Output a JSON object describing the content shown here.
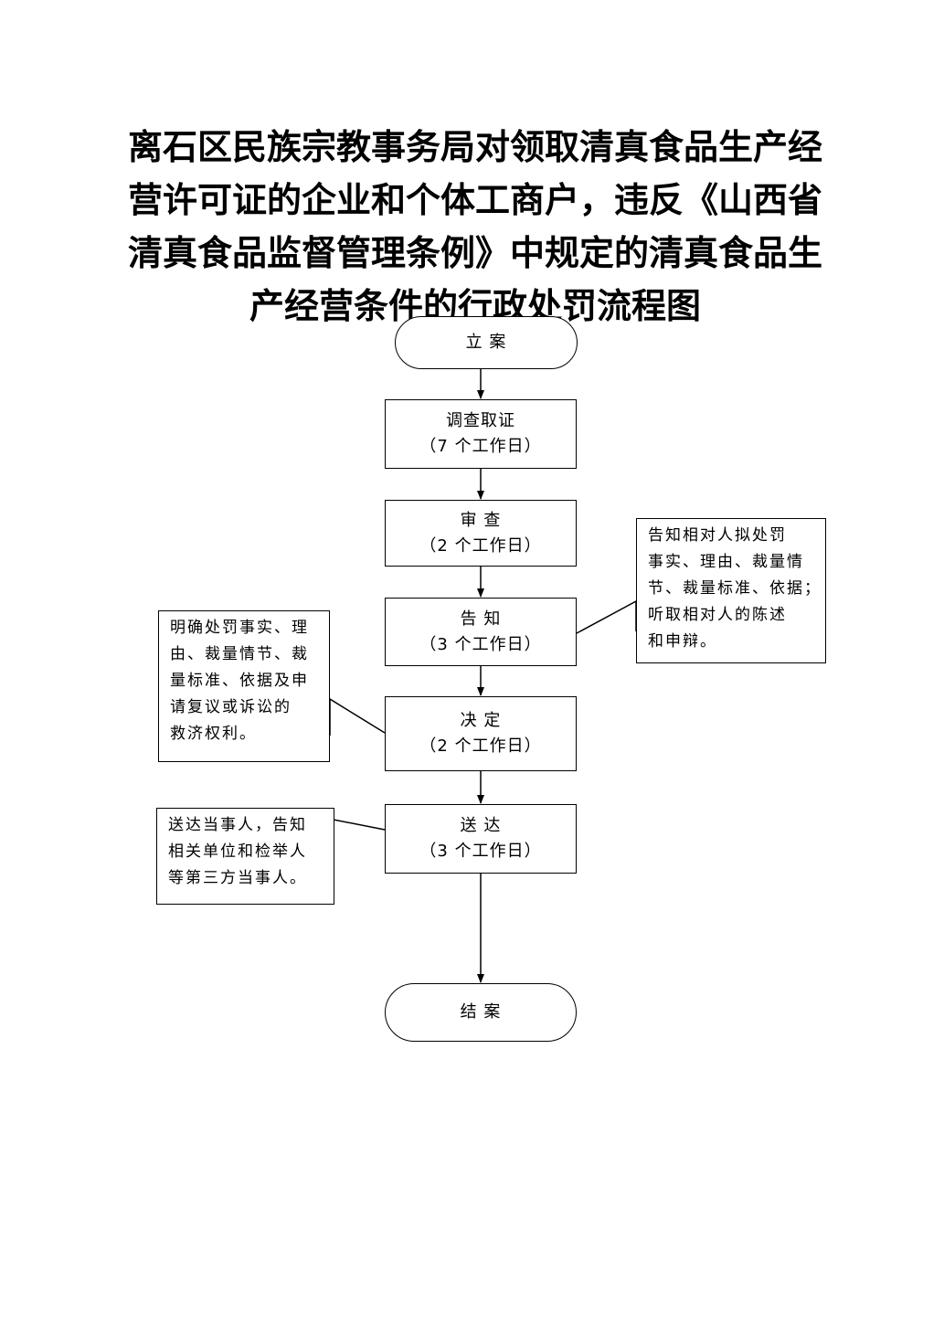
{
  "title_lines": [
    "离石区民族宗教事务局对领取清真食品生产经",
    "营许可证的企业和个体工商户，违反《山西省",
    "清真食品监督管理条例》中规定的清真食品生",
    "产经营条件的行政处罚流程图"
  ],
  "steps": {
    "start": {
      "label": "立  案"
    },
    "investigate": {
      "label": "调查取证",
      "days": "（7 个工作日）"
    },
    "review": {
      "label": "审  查",
      "days": "（2 个工作日）"
    },
    "notify": {
      "label": "告  知",
      "days": "（3 个工作日）"
    },
    "decide": {
      "label": "决  定",
      "days": "（2 个工作日）"
    },
    "deliver": {
      "label": "送  达",
      "days": "（3 个工作日）"
    },
    "end": {
      "label": "结  案"
    }
  },
  "notes": {
    "notify_note": [
      "告知相对人拟处罚",
      "事实、理由、裁量情",
      "节、裁量标准、依据；",
      "听取相对人的陈述",
      "和申辩。"
    ],
    "decide_note": [
      "明确处罚事实、理",
      "由、裁量情节、裁",
      "量标准、依据及申",
      "请复议或诉讼的",
      "救济权利。"
    ],
    "deliver_note": [
      "送达当事人，告知",
      "相关单位和检举人",
      "等第三方当事人。"
    ]
  }
}
